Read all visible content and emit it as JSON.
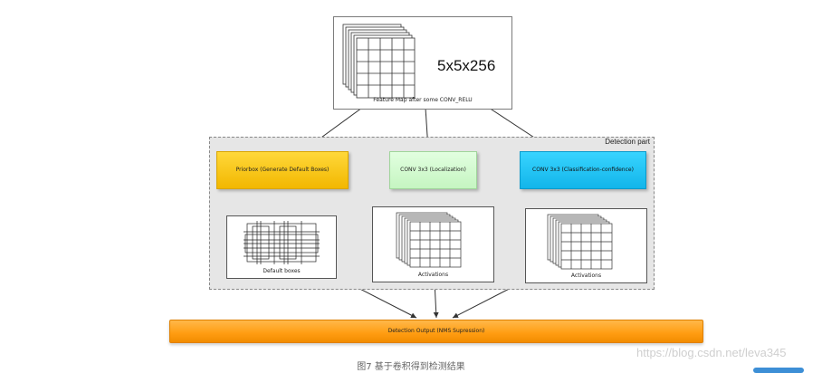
{
  "feature_map": {
    "dims": "5x5x256",
    "title": "Feature Map after some CONV_RELU"
  },
  "detection_part": {
    "title": "Detection part"
  },
  "stages": {
    "priorbox": "Priorbox (Generate Default Boxes)",
    "localization": "CONV 3x3 (Localization)",
    "classification": "CONV 3x3 (Classification-confidence)"
  },
  "panels": {
    "default_boxes": "Default boxes",
    "loc_activations": "Activations",
    "cls_activations": "Activations"
  },
  "output": {
    "label": "Detection Output (NMS Supression)"
  },
  "watermark": "https://blog.csdn.net/leva345",
  "caption": "图7 基于卷积得到检测结果",
  "colors": {
    "priorbox": "#f5bf00",
    "localization": "#c8f5c4",
    "classification": "#1ec0f2",
    "output": "#ff9c11"
  }
}
